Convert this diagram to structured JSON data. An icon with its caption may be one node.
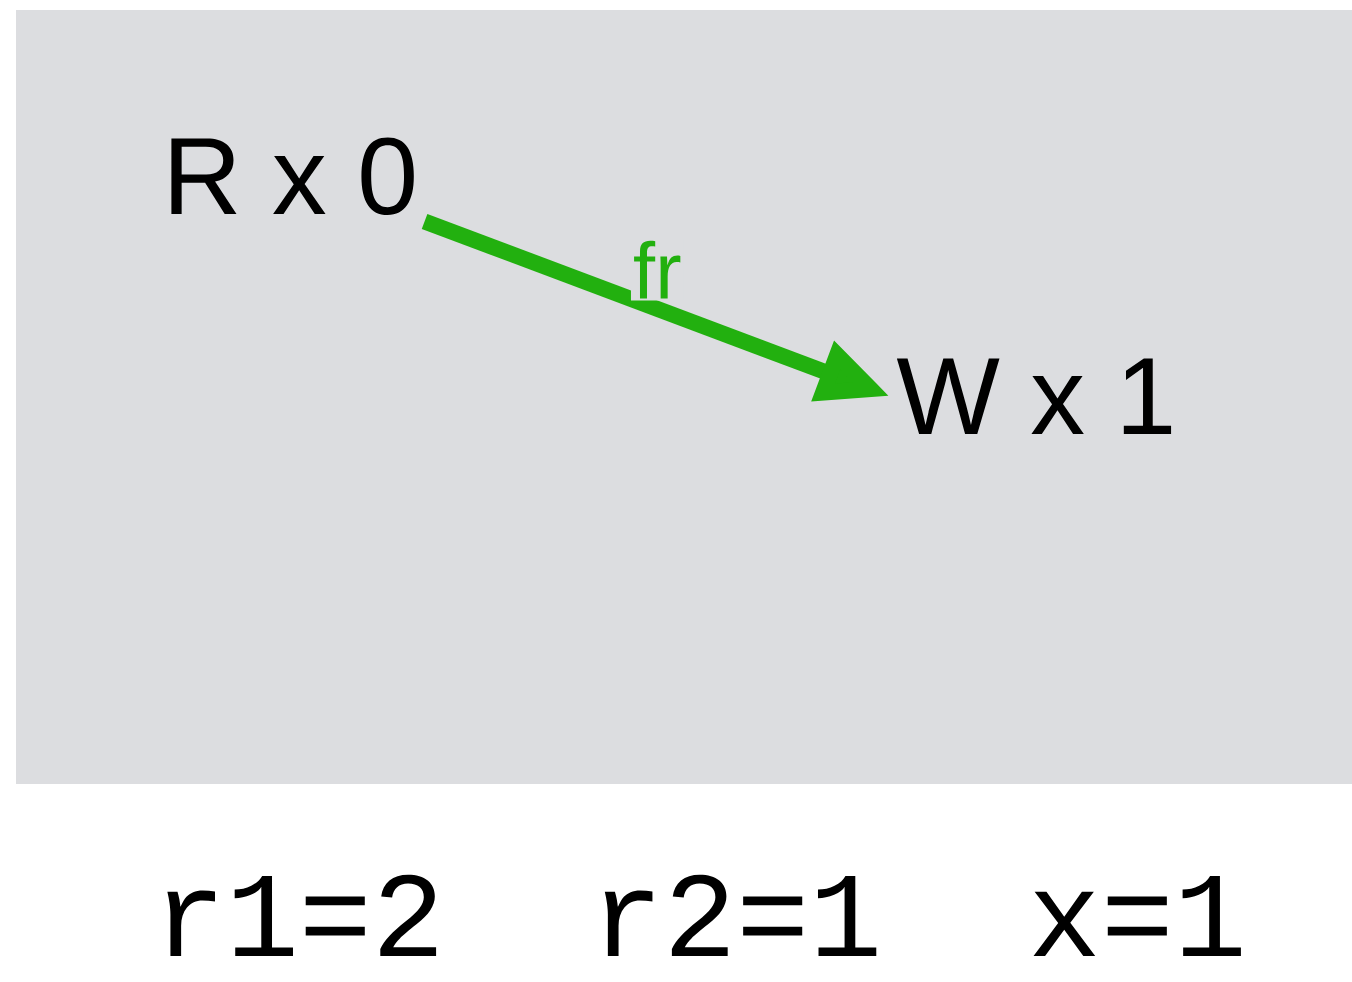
{
  "diagram": {
    "nodes": [
      {
        "text": [
          "R x 0"
        ]
      },
      {
        "text": [
          "W x 1"
        ]
      }
    ],
    "edges": [
      {
        "from": 0,
        "to": 1,
        "arrow": "to",
        "label": "fr",
        "color": "#22b00f"
      }
    ],
    "labels": [
      "r1=2 r2=1 x=1"
    ]
  }
}
